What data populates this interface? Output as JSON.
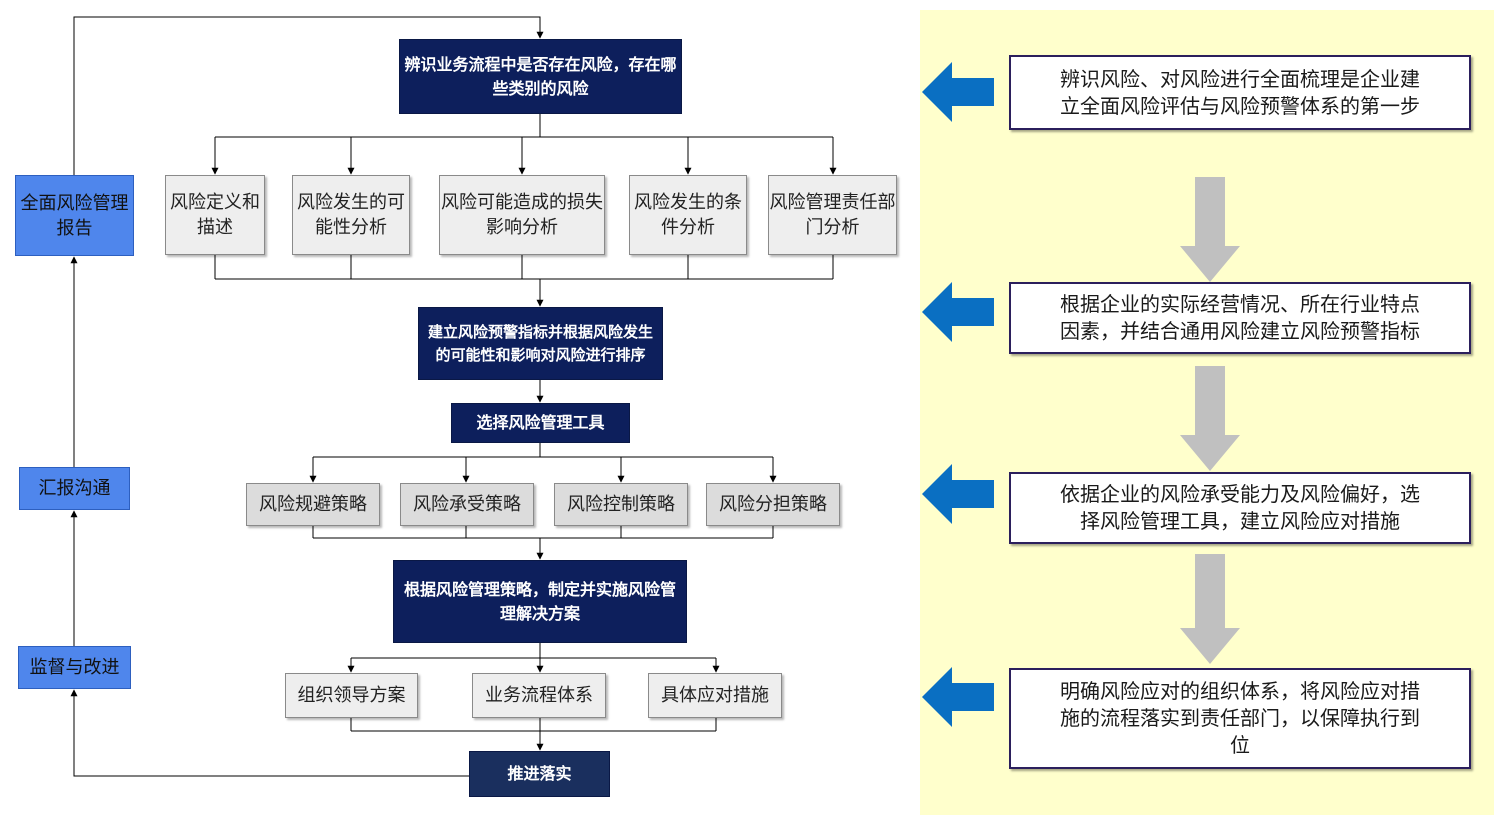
{
  "flow": {
    "identify": "辨识业务流程中是否存在风险，存在哪\n些类别的风险",
    "analysis": [
      "风险定义和\n描述",
      "风险发生的可\n能性分析",
      "风险可能造成的损失\n影响分析",
      "风险发生的条\n件分析",
      "风险管理责任部\n门分析"
    ],
    "indicators": "建立风险预警指标并根据风险发生\n的可能性和影响对风险进行排序",
    "select_tool": "选择风险管理工具",
    "strategies": [
      "风险规避策略",
      "风险承受策略",
      "风险控制策略",
      "风险分担策略"
    ],
    "plan": "根据风险管理策略，制定并实施风险管\n理解决方案",
    "solutions": [
      "组织领导方案",
      "业务流程体系",
      "具体应对措施"
    ],
    "implement": "推进落实"
  },
  "loop": {
    "report": "全面风险管理\n报告",
    "communicate": "汇报沟通",
    "supervise": "监督与改进"
  },
  "notes": [
    "辨识风险、对风险进行全面梳理是企业建\n立全面风险评估与风险预警体系的第一步",
    "根据企业的实际经营情况、所在行业特点\n因素，并结合通用风险建立风险预警指标",
    "依据企业的风险承受能力及风险偏好，选\n择风险管理工具，建立风险应对措施",
    "明确风险应对的组织体系，将风险应对措\n施的流程落实到责任部门，以保障执行到\n位"
  ],
  "colors": {
    "navy": "#0d1f5c",
    "loop_blue": "#4f86ec",
    "panel_yellow": "#ffffcc",
    "arrow_blue": "#0a6fc2",
    "arrow_gray": "#c0c0c0"
  }
}
